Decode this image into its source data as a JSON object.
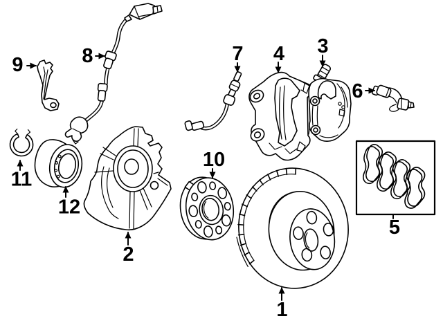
{
  "colors": {
    "background": "#ffffff",
    "line": "#000000"
  },
  "callouts": [
    {
      "label": "1"
    },
    {
      "label": "2"
    },
    {
      "label": "3"
    },
    {
      "label": "4"
    },
    {
      "label": "5"
    },
    {
      "label": "6"
    },
    {
      "label": "7"
    },
    {
      "label": "8"
    },
    {
      "label": "9"
    },
    {
      "label": "10"
    },
    {
      "label": "11"
    },
    {
      "label": "12"
    }
  ]
}
